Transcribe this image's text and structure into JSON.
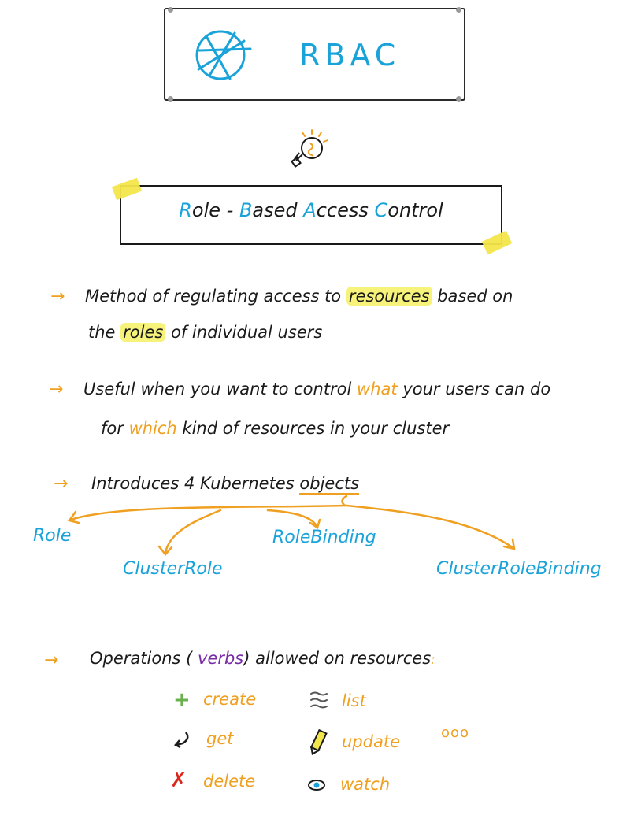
{
  "header": {
    "title": "RBAC"
  },
  "banner": {
    "parts": [
      {
        "cap": "R",
        "rest": "ole - "
      },
      {
        "cap": "B",
        "rest": "ased "
      },
      {
        "cap": "A",
        "rest": "ccess "
      },
      {
        "cap": "C",
        "rest": "ontrol"
      }
    ]
  },
  "point1": {
    "line1_a": "Method of regulating access to ",
    "line1_hl": "resources",
    "line1_b": " based on",
    "line2_a": "the ",
    "line2_hl": "roles",
    "line2_b": " of individual users"
  },
  "point2": {
    "line1_a": "Useful when you want to control ",
    "line1_hl": "what",
    "line1_b": " your users can do",
    "line2_a": "for ",
    "line2_hl": "which",
    "line2_b": " kind of resources in your cluster"
  },
  "point3": {
    "text_a": "Introduces 4 Kubernetes ",
    "text_b": "objects"
  },
  "objects": [
    "Role",
    "ClusterRole",
    "RoleBinding",
    "ClusterRoleBinding"
  ],
  "point4": {
    "text_a": "Operations ( ",
    "verbs": "verbs",
    "text_b": ") allowed on resources",
    "colon": ":"
  },
  "verbs": {
    "create": "create",
    "get": "get",
    "delete": "delete",
    "list": "list",
    "update": "update",
    "watch": "watch",
    "more": "ooo"
  },
  "colors": {
    "accent_blue": "#1aa3d9",
    "accent_orange": "#f0a020",
    "tape_yellow": "#f3e64a"
  }
}
